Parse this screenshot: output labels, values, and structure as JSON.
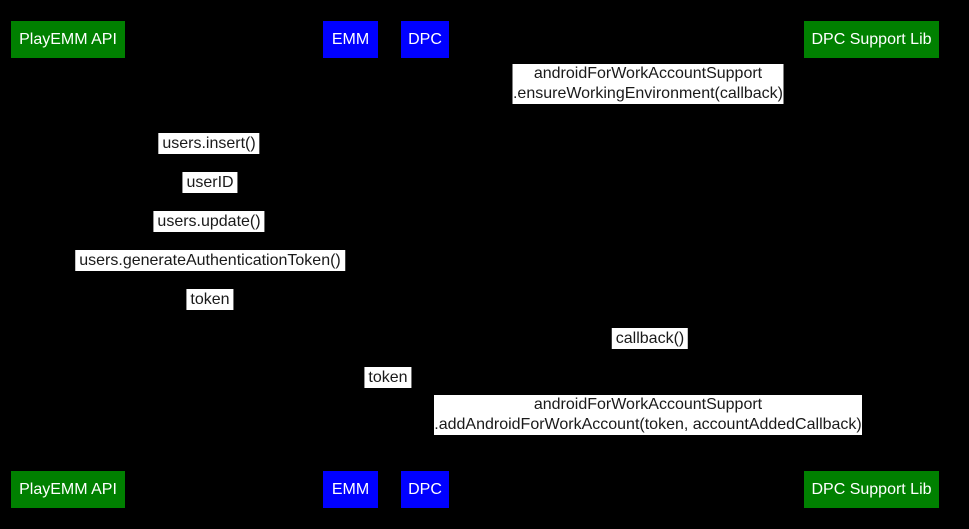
{
  "palette": {
    "background": "#000000",
    "actor_green": "#008000",
    "actor_blue": "#0000ff",
    "actor_text": "#ffffff",
    "label_bg": "#ffffff",
    "label_text": "#1a1a1a"
  },
  "actors": {
    "playemm_api": {
      "label": "PlayEMM API"
    },
    "emm": {
      "label": "EMM"
    },
    "dpc": {
      "label": "DPC"
    },
    "dpc_support_lib": {
      "label": "DPC Support Lib"
    }
  },
  "messages": {
    "ensure_working_environment": {
      "lines": [
        "androidForWorkAccountSupport",
        ".ensureWorkingEnvironment(callback)"
      ]
    },
    "users_insert": {
      "lines": [
        "users.insert()"
      ]
    },
    "user_id": {
      "lines": [
        "userID"
      ]
    },
    "users_update": {
      "lines": [
        "users.update()"
      ]
    },
    "users_generate_authentication_token": {
      "lines": [
        "users.generateAuthenticationToken()"
      ]
    },
    "token_response": {
      "lines": [
        "token"
      ]
    },
    "callback": {
      "lines": [
        "callback()"
      ]
    },
    "token_to_dpc": {
      "lines": [
        "token"
      ]
    },
    "add_android_for_work_account": {
      "lines": [
        "androidForWorkAccountSupport",
        ".addAndroidForWorkAccount(token, accountAddedCallback)"
      ]
    }
  }
}
